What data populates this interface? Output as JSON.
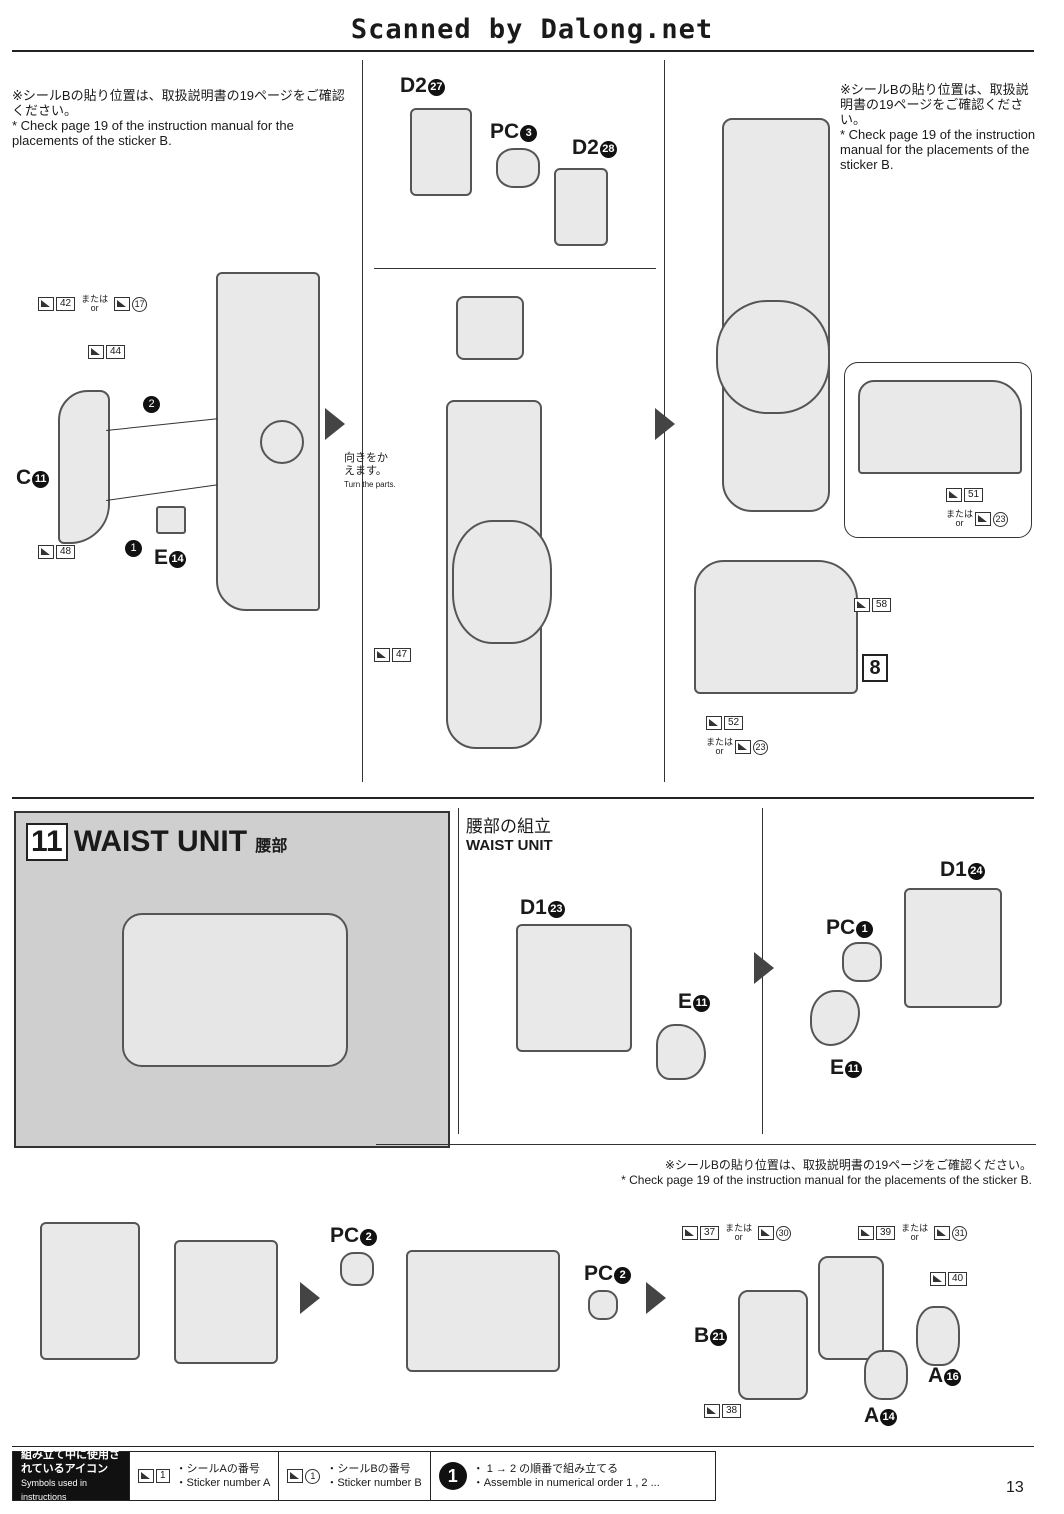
{
  "header": {
    "title": "Scanned by Dalong.net"
  },
  "notes": {
    "sticker_jp": "※シールBの貼り位置は、取扱説明書の19ページをご確認ください。",
    "sticker_en": "* Check page 19 of the instruction manual for the placements of the sticker B.",
    "turn_jp": "向きをかえます。",
    "turn_en": "Turn the parts."
  },
  "labels": {
    "or_jp": "または",
    "or_en": "or",
    "d2": "D2",
    "d2_a": "27",
    "d2_b": "28",
    "pc3": "PC",
    "pc3_n": "3",
    "c": "C",
    "c_n": "11",
    "e": "E",
    "e_n": "14",
    "step1": "1",
    "step2": "2",
    "part8": "8",
    "d1": "D1",
    "d1_a": "23",
    "d1_b": "24",
    "pc1": "PC",
    "pc1_n": "1",
    "e11": "E",
    "e11_n": "11",
    "pc2": "PC",
    "pc2_n": "2",
    "b": "B",
    "b_n": "21",
    "a": "A",
    "a16": "16",
    "a14": "14"
  },
  "stickers": {
    "s42": "42",
    "c17": "17",
    "s44": "44",
    "s48": "48",
    "s47": "47",
    "s51": "51",
    "c23": "23",
    "s58": "58",
    "s52": "52",
    "s37": "37",
    "c30": "30",
    "s39": "39",
    "c31": "31",
    "s40": "40",
    "s38": "38"
  },
  "section": {
    "number": "11",
    "title": "WAIST UNIT",
    "title_jp": "腰部"
  },
  "sub": {
    "title_jp": "腰部の組立",
    "title_en": "WAIST UNIT"
  },
  "footer": {
    "legend_jp": "組み立て中に使用されているアイコン",
    "legend_en": "Symbols used in instructions",
    "a_jp": "・シールAの番号",
    "a_en": "・Sticker number A",
    "a_num": "1",
    "b_jp": "・シールBの番号",
    "b_en": "・Sticker number B",
    "b_num": "1",
    "order_jp": "・ 1 → 2 の順番で組み立てる",
    "order_en": "・Assemble in numerical order 1 , 2 ...",
    "order_num": "1"
  },
  "page_number": "13"
}
